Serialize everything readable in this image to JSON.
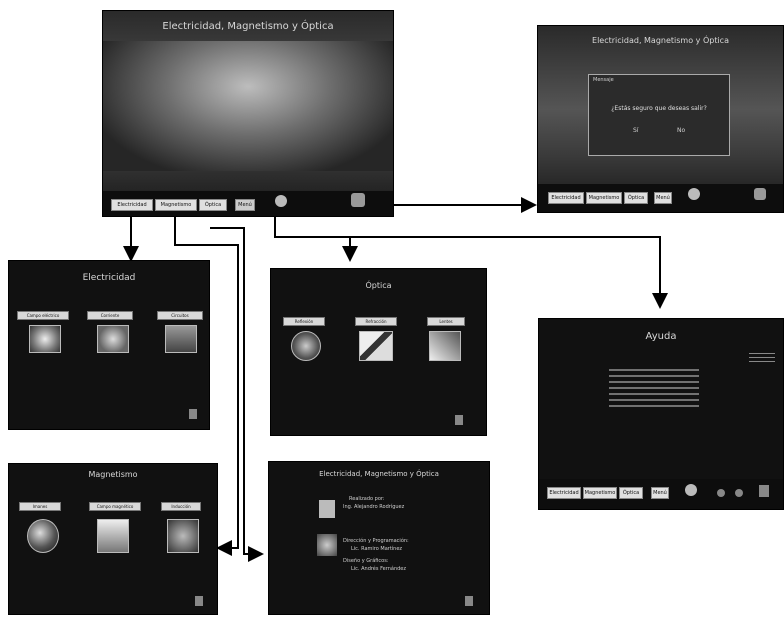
{
  "main": {
    "title": "Electricidad, Magnetismo y Óptica",
    "buttons": [
      "Electricidad",
      "Magnetismo",
      "Óptica",
      "Menú"
    ]
  },
  "exit_dialog": {
    "title": "Electricidad, Magnetismo y Óptica",
    "dialog_title": "Mensaje",
    "question": "¿Estás seguro que deseas salir?",
    "yes": "Sí",
    "no": "No",
    "buttons": [
      "Electricidad",
      "Magnetismo",
      "Óptica",
      "Menú"
    ]
  },
  "electricidad": {
    "title": "Electricidad",
    "items": [
      "Campo eléctrico",
      "Corriente",
      "Circuitos"
    ]
  },
  "optica": {
    "title": "Óptica",
    "items": [
      "Reflexión",
      "Refracción",
      "Lentes"
    ]
  },
  "magnetismo": {
    "title": "Magnetismo",
    "items": [
      "Imanes",
      "Campo magnético",
      "Inducción"
    ]
  },
  "creditos": {
    "title": "Electricidad, Magnetismo y Óptica",
    "lines": [
      "Realizado por:",
      "Ing. Alejandro Rodríguez",
      "Dirección y Programación:",
      "Lic. Ramiro Martínez",
      "Diseño y Gráficos:",
      "Lic. Andrés Fernández"
    ]
  },
  "ayuda": {
    "title": "Ayuda",
    "buttons": [
      "Electricidad",
      "Magnetismo",
      "Óptica",
      "Menú"
    ]
  },
  "colors": {
    "screen_bg": "#111111",
    "arrow": "#000000"
  }
}
